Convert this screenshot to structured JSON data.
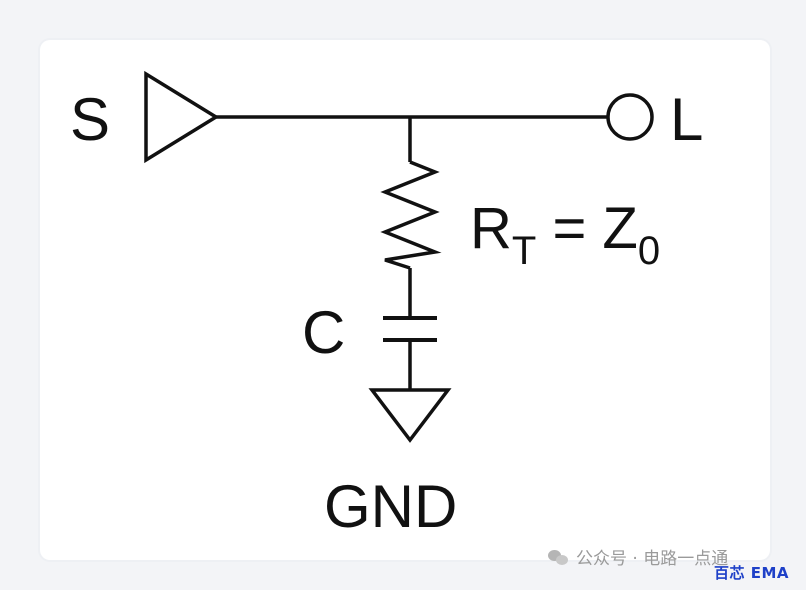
{
  "labels": {
    "source": "S",
    "load": "L",
    "resistor_main": "R",
    "resistor_sub": "T",
    "equals": " = Z",
    "z_sub": "0",
    "capacitor": "C",
    "ground": "GND"
  },
  "watermark": {
    "text": "公众号 · 电路一点通",
    "icon": "wechat-icon"
  },
  "brand": {
    "text": "百芯 EMA"
  }
}
